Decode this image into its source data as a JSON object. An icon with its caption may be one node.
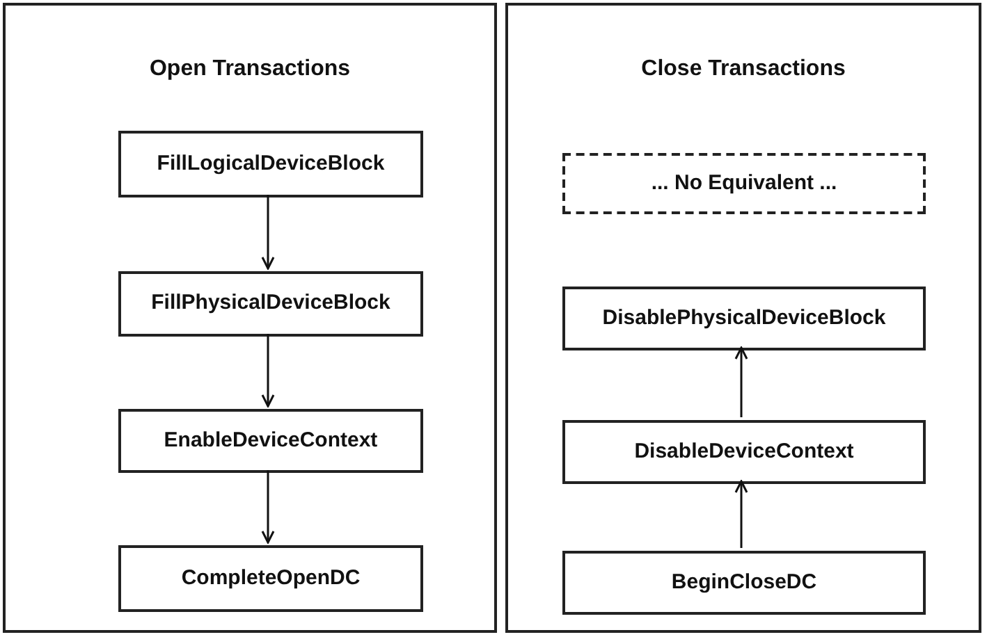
{
  "diagram": {
    "nodes": [
      {
        "text": [
          "Open Transactions"
        ]
      },
      {
        "text": [
          "FillLogicalDeviceBlock"
        ],
        "in": 0
      },
      {
        "text": [
          "FillPhysicalDeviceBlock"
        ],
        "in": 0
      },
      {
        "text": [
          "EnableDeviceContext"
        ],
        "in": 0
      },
      {
        "text": [
          "CompleteOpenDC"
        ],
        "in": 0
      },
      {
        "text": [
          "Close Transactions"
        ]
      },
      {
        "text": [
          "... No Equivalent ..."
        ],
        "in": 5
      },
      {
        "text": [
          "DisablePhysicalDeviceBlock"
        ],
        "in": 5
      },
      {
        "text": [
          "DisableDeviceContext"
        ],
        "in": 5
      },
      {
        "text": [
          "BeginCloseDC"
        ],
        "in": 5
      }
    ],
    "edges": [
      {
        "from": 1,
        "to": 2,
        "arrow": "to"
      },
      {
        "from": 2,
        "to": 3,
        "arrow": "to"
      },
      {
        "from": 3,
        "to": 4,
        "arrow": "to"
      },
      {
        "from": 9,
        "to": 8,
        "arrow": "to"
      },
      {
        "from": 8,
        "to": 7,
        "arrow": "to"
      }
    ]
  }
}
